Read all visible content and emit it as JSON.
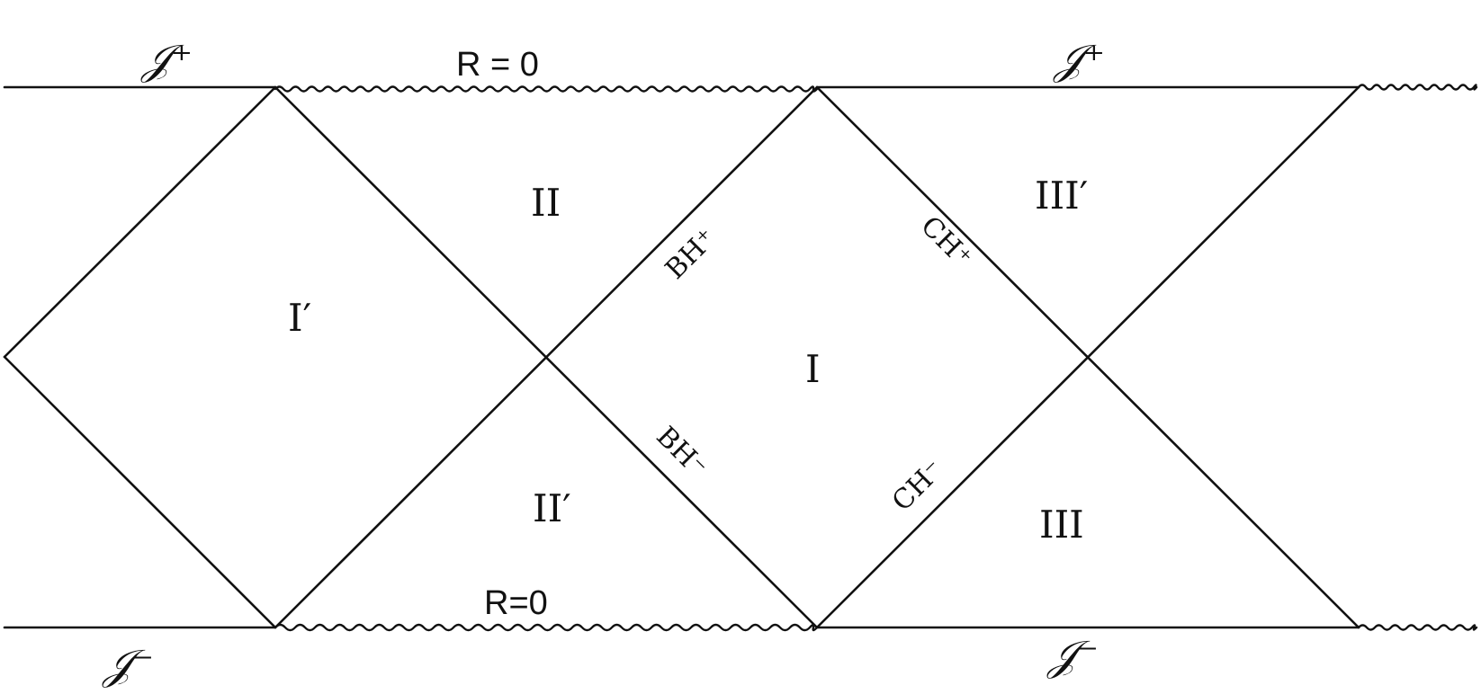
{
  "scri_plus": "𝒥⁺",
  "scri_minus": "𝒥⁻",
  "singularity_label": "R = 0",
  "singularity_label_bottom": "R=0",
  "regions": {
    "I": "I",
    "I_prime": "I′",
    "II": "II",
    "II_prime": "II′",
    "III": "III",
    "III_prime": "III′"
  },
  "horizons": {
    "BH_plus": "BH⁺",
    "BH_minus": "BH⁻",
    "CH_plus": "CH⁺",
    "CH_minus": "CH⁻"
  }
}
